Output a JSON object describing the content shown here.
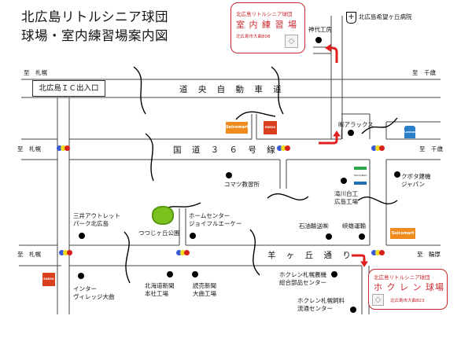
{
  "title": {
    "line1": "北広島リトルシニア球団",
    "line2": "球場・室内練習場案内図"
  },
  "indoor_box": {
    "team": "北広島リトルシニア球団",
    "name": "室 内 練 習 場",
    "address": "北広島市大曲808",
    "icon": "baseball-glove-icon"
  },
  "field_box": {
    "team": "北広島リトルシニア球団",
    "name": "ホ ク レ ン 球場",
    "address": "北広島市大曲823",
    "icon": "baseball-glove-icon"
  },
  "roads": {
    "expressway": "道 央 自 動 車 道",
    "route36": "国 道 ３ ６ 号 線",
    "hitsujigaoka": "羊 ヶ 丘 通 り",
    "ic": "北広島ＩＣ出入口"
  },
  "directions": {
    "to_sapporo": "至　札幌",
    "to_chitose": "至　千歳",
    "to_wattsu": "至　輪厚"
  },
  "landmarks": {
    "hospital": "北広島希望ヶ丘病院",
    "kamishiro": "神代工房",
    "arax": "㈱アラックス",
    "komatsu": "コマツ教習所",
    "takikawa": "滝川白工\n広島工場",
    "kubota": "クボタ建機\nジャパン",
    "mitsui": "三井アウトレット\nパーク北広島",
    "tsutsuji": "つつじヶ丘公園",
    "homecenter": "ホームセンター\nジョイフルエーケー",
    "sekiyu": "石油輸送㈱",
    "unyu": "峡雄運輸",
    "inter": "インター\nヴィレッジ大曲",
    "hokkaido_np": "北海道新聞\n本社工場",
    "yomiuri": "読売新聞\n大曲工場",
    "hokuren_noki": "ホクレン札幌農機\n総合部品センター",
    "hokuren_shiryo": "ホクレン札幌飼料\n流通センター"
  },
  "brands": {
    "seicomart": "Seicomart",
    "eneos": "ENEOS",
    "familymart": "FamilyMart",
    "lawson": "LAWSON"
  },
  "colors": {
    "accent_red": "#c8282d",
    "seicomart": "#f08c1e",
    "eneos": "#d8401e",
    "familymart_green": "#2aa84a",
    "familymart_blue": "#1f6fb5",
    "lawson": "#2a7fc8",
    "park": "#7cc21e"
  }
}
